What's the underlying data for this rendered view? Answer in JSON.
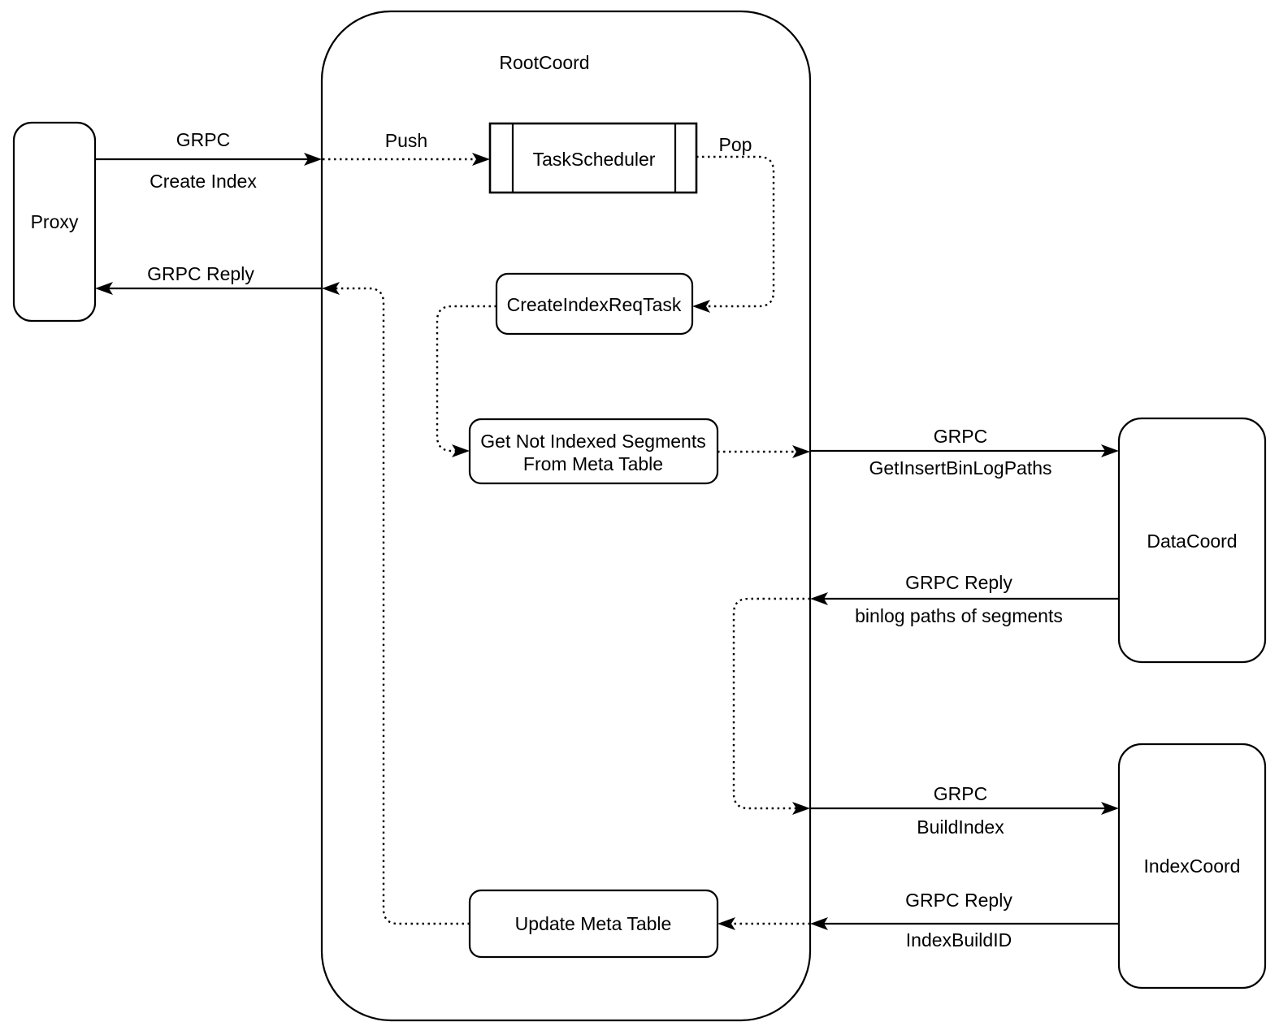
{
  "diagram": {
    "title": "RootCoord",
    "colors": {
      "stroke": "#000000",
      "background": "#ffffff",
      "text": "#000000"
    },
    "nodes": {
      "proxy": {
        "label": "Proxy"
      },
      "task_scheduler": {
        "label": "TaskScheduler"
      },
      "create_index_req_task": {
        "label": "CreateIndexReqTask"
      },
      "get_not_indexed": {
        "line1": "Get Not Indexed Segments",
        "line2": "From Meta Table"
      },
      "update_meta_table": {
        "label": "Update Meta Table"
      },
      "data_coord": {
        "label": "DataCoord"
      },
      "index_coord": {
        "label": "IndexCoord"
      }
    },
    "edges": {
      "create_index": {
        "line1": "GRPC",
        "line2": "Create Index"
      },
      "grpc_reply_proxy": {
        "label": "GRPC Reply"
      },
      "push": {
        "label": "Push"
      },
      "pop": {
        "label": "Pop"
      },
      "get_insert_binlog_paths": {
        "line1": "GRPC",
        "line2": "GetInsertBinLogPaths"
      },
      "binlog_reply": {
        "line1": "GRPC Reply",
        "line2": "binlog paths of segments"
      },
      "build_index": {
        "line1": "GRPC",
        "line2": "BuildIndex"
      },
      "index_build_reply": {
        "line1": "GRPC Reply",
        "line2": "IndexBuildID"
      }
    }
  }
}
